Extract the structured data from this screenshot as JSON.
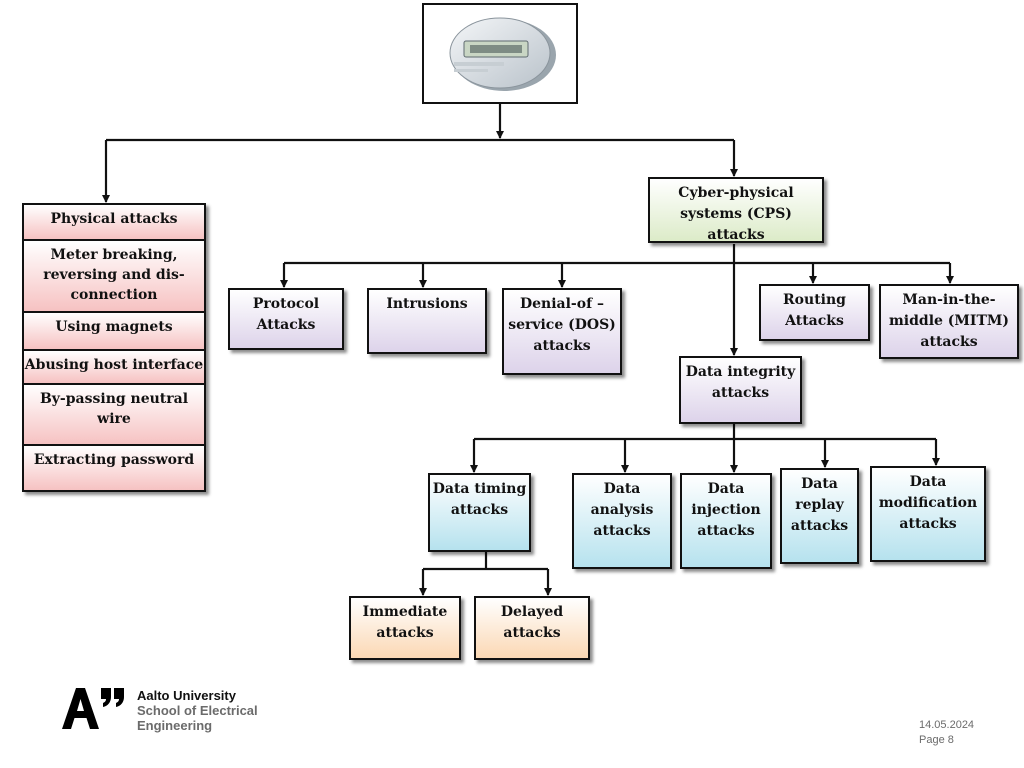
{
  "diagram": {
    "root_icon": "smart-meter-icon",
    "physical": {
      "title": "Physical attacks",
      "items": [
        "Meter breaking, reversing and dis-connection",
        "Using magnets",
        "Abusing host interface",
        "By-passing neutral wire",
        "Extracting password"
      ]
    },
    "cps": "Cyber-physical systems (CPS) attacks",
    "cps_children": [
      "Protocol Attacks",
      "Intrusions",
      "Denial-of – service (DOS) attacks",
      "Routing Attacks",
      "Man-in-the-middle (MITM) attacks"
    ],
    "data_integrity": "Data integrity attacks",
    "di_children": [
      "Data timing attacks",
      "Data analysis attacks",
      "Data injection attacks",
      "Data replay attacks",
      "Data modification attacks"
    ],
    "timing_children": [
      "Immediate attacks",
      "Delayed attacks"
    ],
    "colors": {
      "physical": "#f6c2c2",
      "cps": "#dcebc8",
      "purple": "#ddd3ea",
      "cyan": "#b6e2ee",
      "orange": "#fbd8b4"
    }
  },
  "footer": {
    "logo_icon": "aalto-logo-icon",
    "university": "Aalto University",
    "school_line1": "School of Electrical",
    "school_line2": "Engineering",
    "date": "14.05.2024",
    "page": "Page 8"
  }
}
